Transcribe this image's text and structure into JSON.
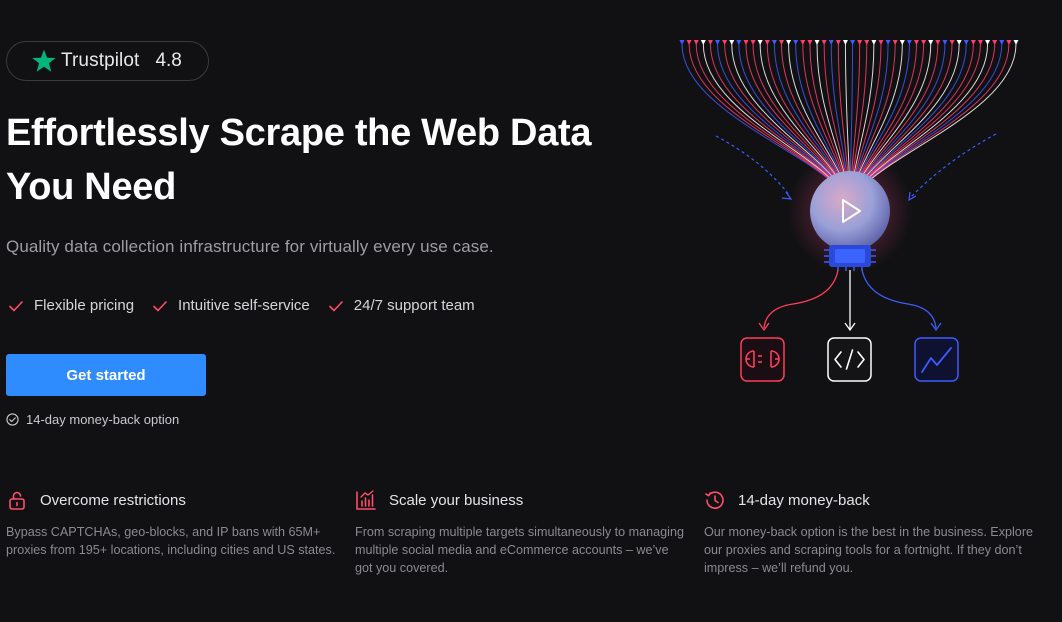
{
  "trustpilot": {
    "name": "Trustpilot",
    "rating": "4.8",
    "star_color": "#00b67a"
  },
  "hero": {
    "title_line1": "Effortlessly Scrape the Web Data",
    "title_line2": "You Need",
    "subtitle": "Quality data collection infrastructure for virtually every use case."
  },
  "features": [
    {
      "label": "Flexible pricing",
      "icon": "check-icon"
    },
    {
      "label": "Intuitive self-service",
      "icon": "check-icon"
    },
    {
      "label": "24/7 support team",
      "icon": "check-icon"
    }
  ],
  "cta": {
    "label": "Get started",
    "color": "#2f8cff"
  },
  "guarantee": {
    "label": "14-day money-back option",
    "icon": "check-circle-icon"
  },
  "benefits": [
    {
      "title": "Overcome restrictions",
      "icon": "unlock-icon",
      "description": "Bypass CAPTCHAs, geo-blocks, and IP bans with 65M+ proxies from 195+ locations, including cities and US states."
    },
    {
      "title": "Scale your business",
      "icon": "bar-chart-icon",
      "description": "From scraping multiple targets simultaneously to managing multiple social media and eCommerce accounts – we’ve got you covered."
    },
    {
      "title": "14-day money-back",
      "icon": "clock-back-icon",
      "description": "Our money-back option is the best in the business. Explore our proxies and scraping tools for a fortnight. If they don’t impress – we’ll refund you."
    }
  ],
  "colors": {
    "accent_red": "#ff4d6a",
    "accent_blue": "#3d5bff",
    "background": "#111113"
  }
}
